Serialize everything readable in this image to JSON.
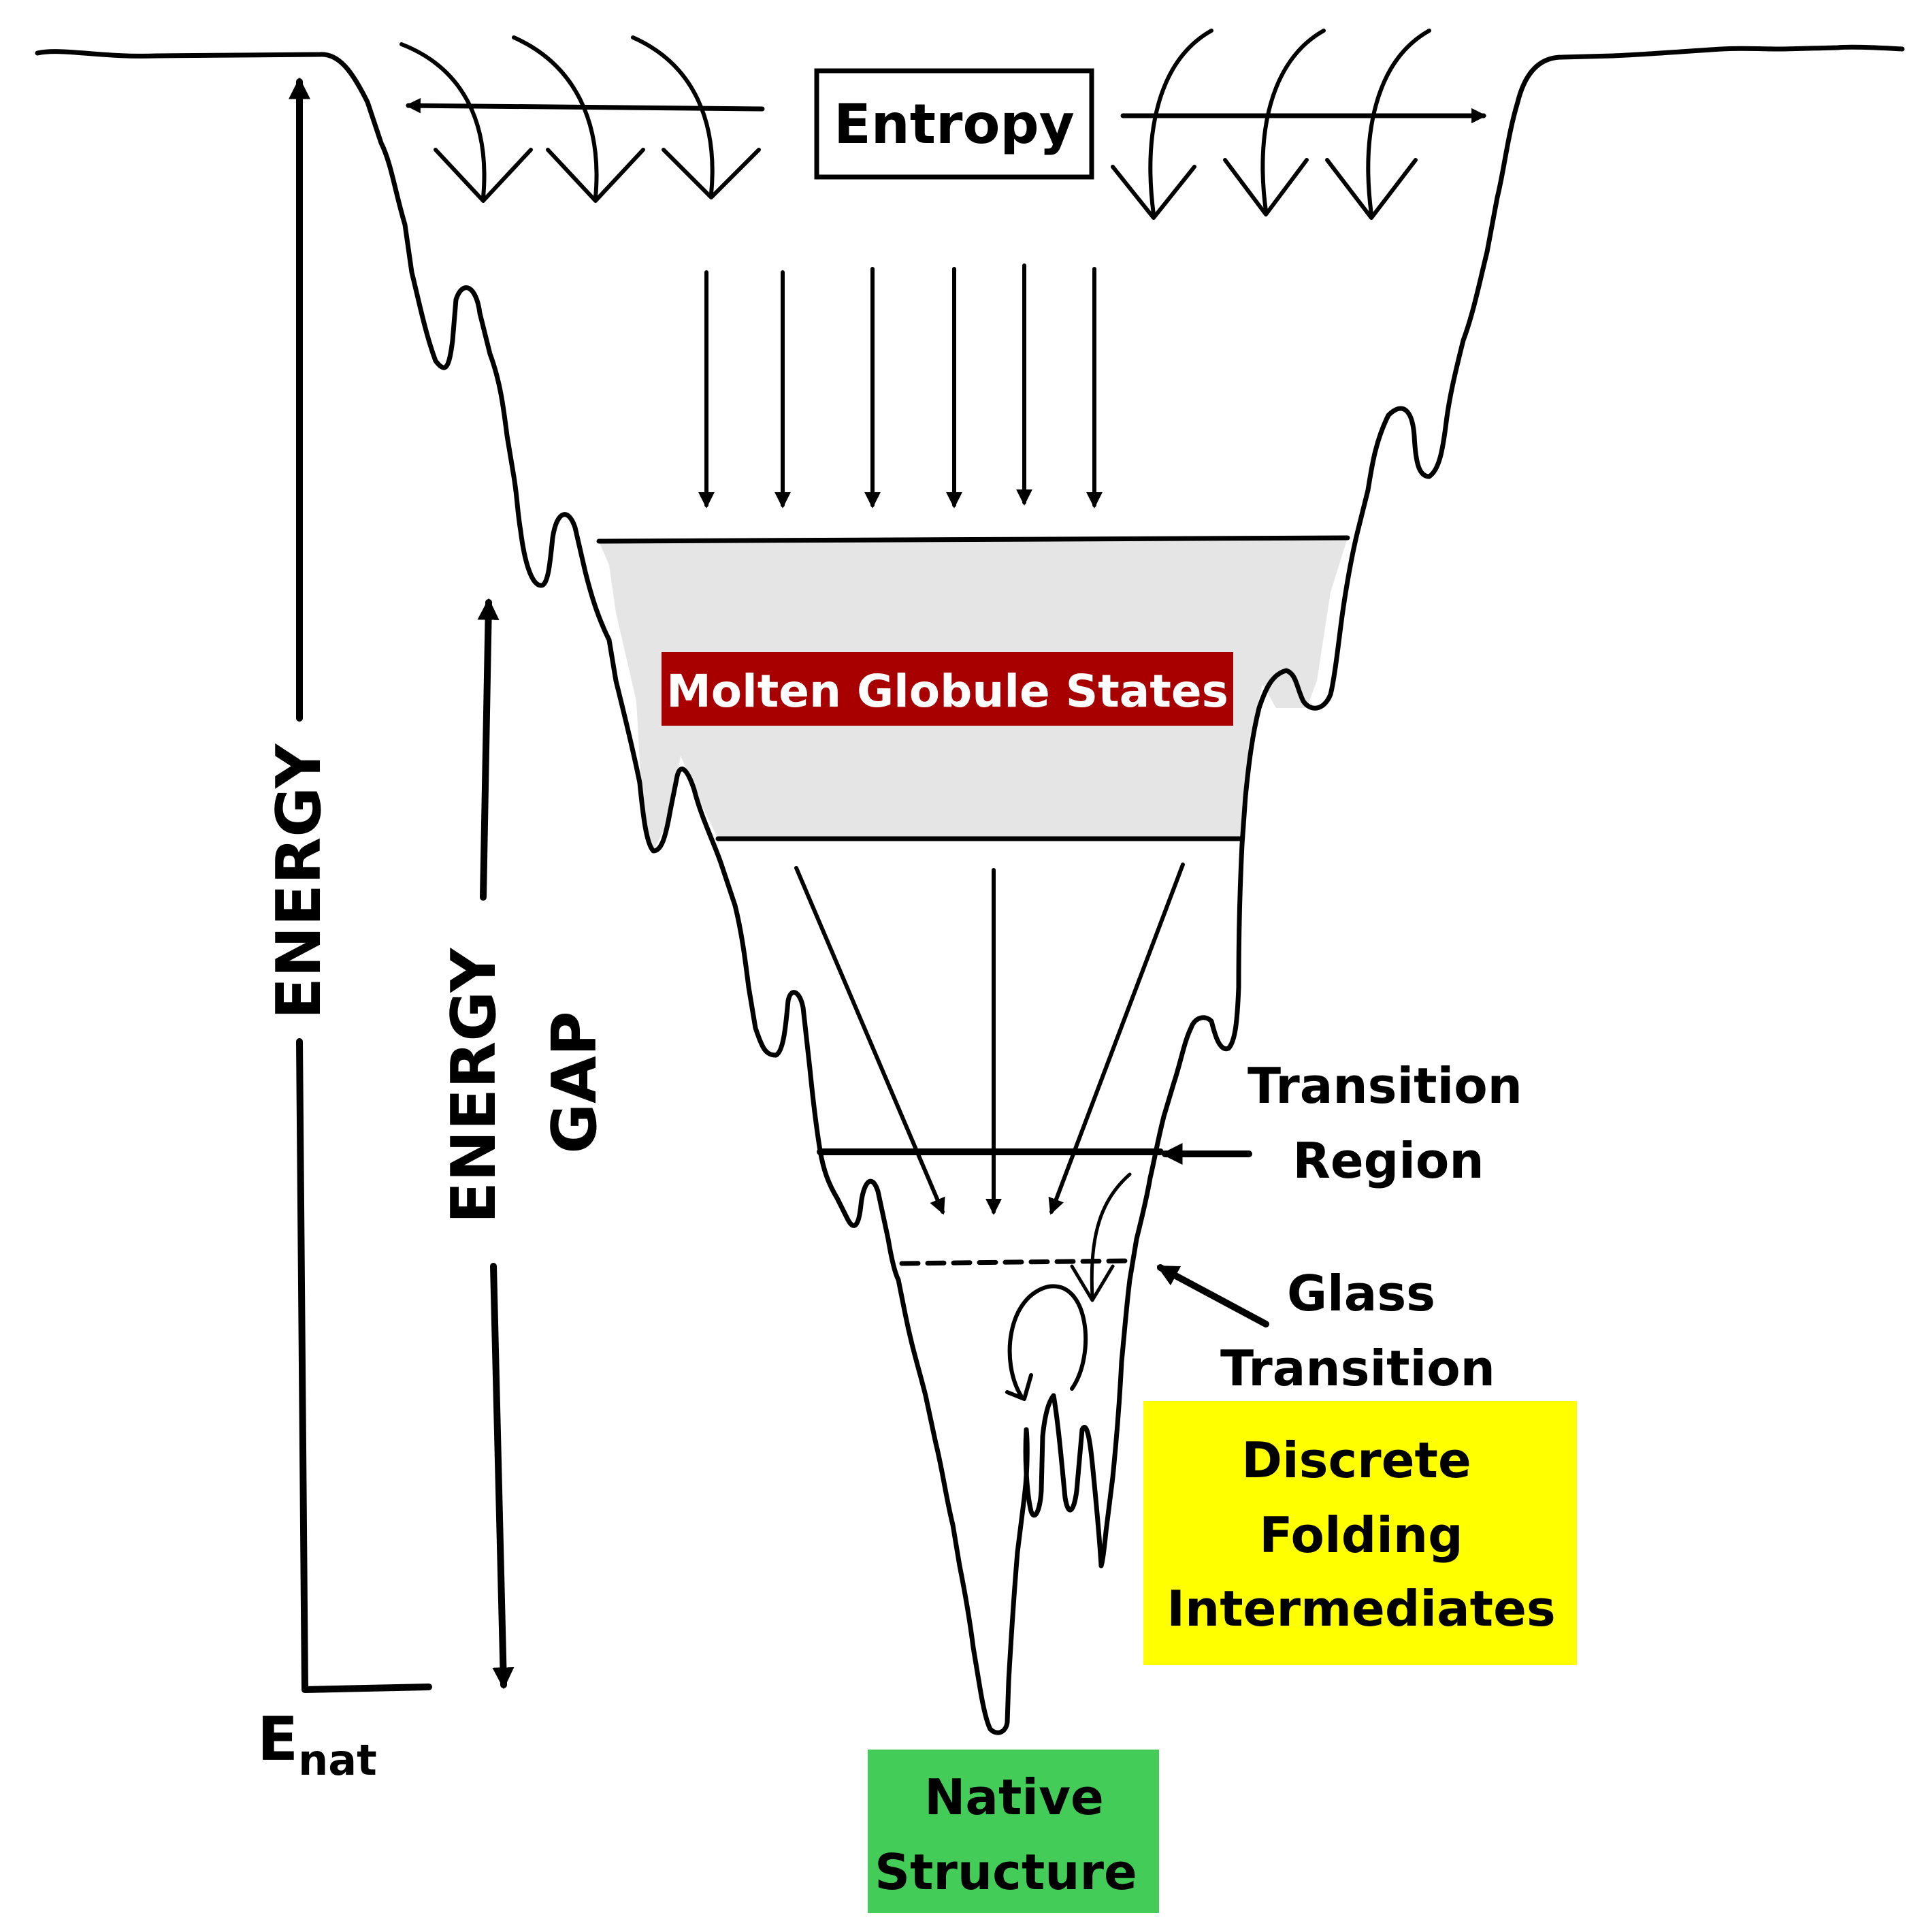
{
  "entropy_label": "Entropy",
  "molten_globule_label": "Molten Globule States",
  "energy_label": "ENERGY",
  "energy_gap_label_1": "ENERGY",
  "energy_gap_label_2": "GAP",
  "transition_region_label_1": "Transition",
  "transition_region_label_2": "Region",
  "glass_transition_label_1": "Glass",
  "glass_transition_label_2": "Transition",
  "intermediates_label_1": "Discrete",
  "intermediates_label_2": "Folding",
  "intermediates_label_3": "Intermediates",
  "native_label_1": "Native",
  "native_label_2": "Structure",
  "enat_main": "E",
  "enat_sub": "nat",
  "colors": {
    "molten_fill": "#e5e5e5",
    "molten_label_bg": "#a80000",
    "molten_label_text": "#ffffff",
    "intermediates_bg": "#ffff00",
    "native_bg": "#43cd58",
    "line": "#000000"
  }
}
